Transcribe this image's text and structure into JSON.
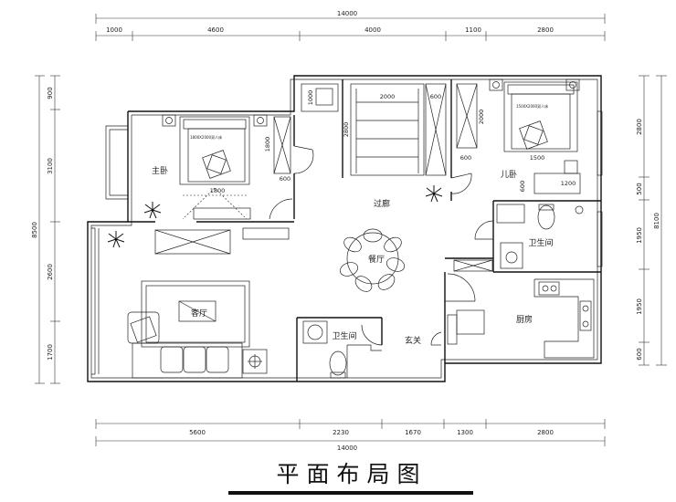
{
  "dims": {
    "top_overall": "14000",
    "top_segments": [
      "1000",
      "4600",
      "4000",
      "1100",
      "2800"
    ],
    "bottom_segments": [
      "5600",
      "2230",
      "1670",
      "1300",
      "2800"
    ],
    "bottom_overall": "14000",
    "left_overall": "8500",
    "left_segments": [
      "900",
      "3100",
      "2600",
      "1700"
    ],
    "right_overall": "8100",
    "right_segments": [
      "2800",
      "500",
      "1950",
      "1950",
      "600"
    ]
  },
  "rooms": {
    "master_bedroom": "主卧",
    "corridor": "过廊",
    "child_room": "儿卧",
    "dining": "餐厅",
    "living": "客厅",
    "bath_right": "卫生间",
    "bath_center": "卫生间",
    "foyer": "玄关",
    "kitchen": "厨房"
  },
  "furniture": {
    "master_bed_width": "1800",
    "master_wardrobe": "1800",
    "master_small": "600",
    "master_bed_note": "1800X2000双人床",
    "cab_top_a": "1000",
    "cab_top_b": "2000",
    "cab_top_c": "600",
    "cab_side": "2800",
    "child_cab": "2000",
    "child_bed_note": "1500X2000双人床",
    "child_600_a": "600",
    "child_1500": "1500",
    "child_600_b": "600",
    "child_1200": "1200"
  },
  "title": "平面布局图"
}
